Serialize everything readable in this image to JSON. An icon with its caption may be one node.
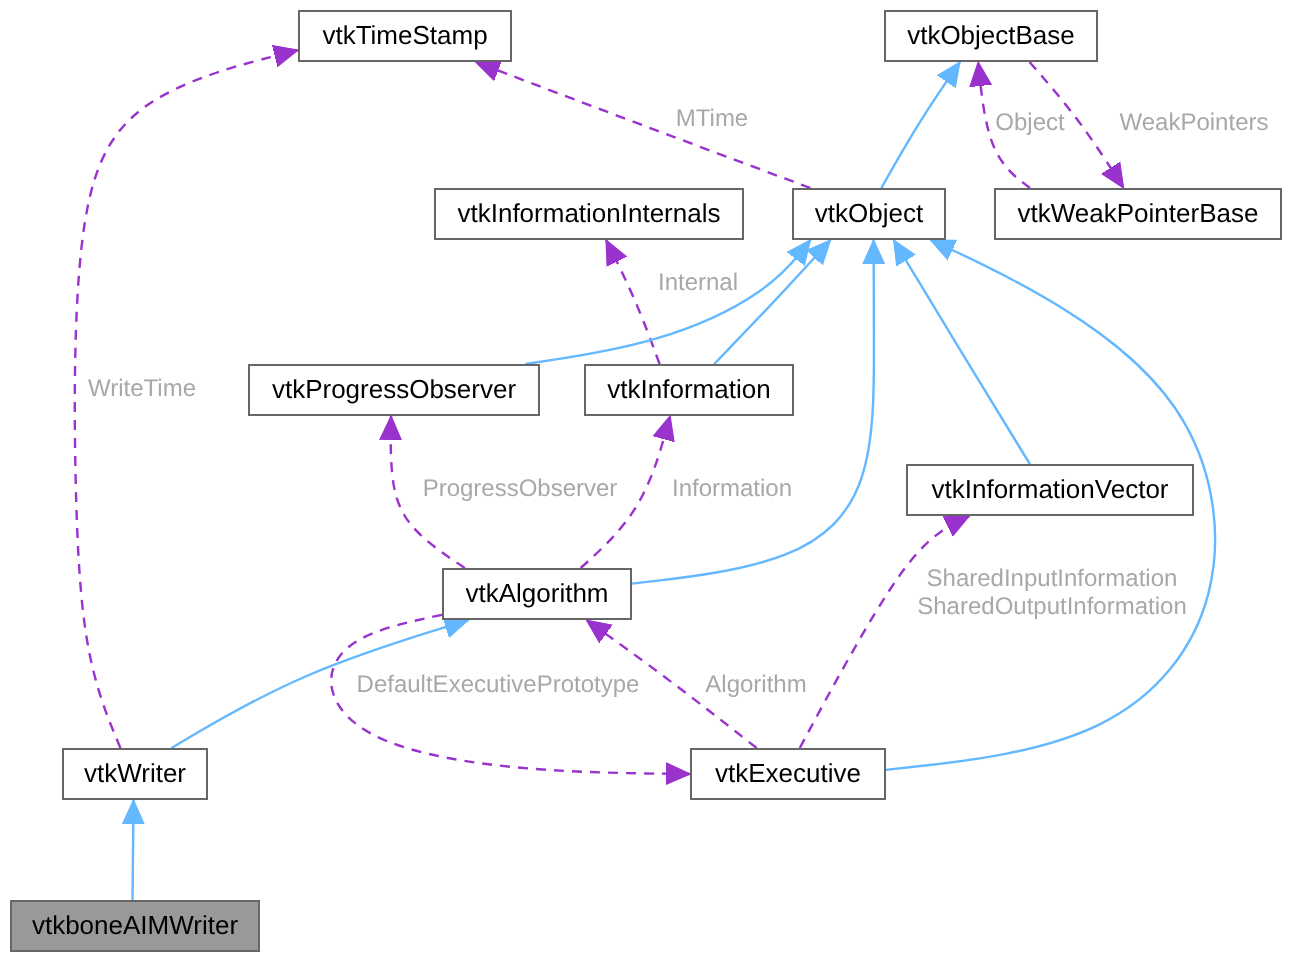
{
  "diagram": {
    "nodes": [
      {
        "text": [
          "vtkTimeStamp"
        ]
      },
      {
        "text": [
          "vtkObjectBase"
        ]
      },
      {
        "text": [
          "vtkInformationInternals"
        ]
      },
      {
        "text": [
          "vtkObject"
        ]
      },
      {
        "text": [
          "vtkWeakPointerBase"
        ]
      },
      {
        "text": [
          "vtkProgressObserver"
        ]
      },
      {
        "text": [
          "vtkInformation"
        ]
      },
      {
        "text": [
          "vtkInformationVector"
        ]
      },
      {
        "text": [
          "vtkAlgorithm"
        ]
      },
      {
        "text": [
          "vtkWriter"
        ]
      },
      {
        "text": [
          "vtkExecutive"
        ]
      },
      {
        "text": [
          "vtkboneAIMWriter"
        ]
      }
    ],
    "edges": [
      {
        "from": 3,
        "to": 1,
        "arrow": "to",
        "color": "#63b8ff"
      },
      {
        "from": 3,
        "to": 0,
        "arrow": "to",
        "label": "MTime",
        "style": "dashed"
      },
      {
        "from": 4,
        "to": 1,
        "arrow": "to",
        "label": "Object",
        "style": "dashed"
      },
      {
        "from": 1,
        "to": 4,
        "arrow": "to",
        "label": "WeakPointers",
        "style": "dashed"
      },
      {
        "from": 6,
        "to": 2,
        "arrow": "to",
        "label": "Internal",
        "style": "dashed"
      },
      {
        "from": 5,
        "to": 3,
        "arrow": "to",
        "color": "#63b8ff"
      },
      {
        "from": 6,
        "to": 3,
        "arrow": "to",
        "color": "#63b8ff"
      },
      {
        "from": 8,
        "to": 3,
        "arrow": "to",
        "color": "#63b8ff"
      },
      {
        "from": 7,
        "to": 3,
        "arrow": "to",
        "color": "#63b8ff"
      },
      {
        "from": 10,
        "to": 3,
        "arrow": "to",
        "color": "#63b8ff"
      },
      {
        "from": 9,
        "to": 8,
        "arrow": "to",
        "color": "#63b8ff"
      },
      {
        "from": 11,
        "to": 9,
        "arrow": "to",
        "color": "#63b8ff"
      },
      {
        "from": 8,
        "to": 5,
        "arrow": "to",
        "label": "ProgressObserver",
        "style": "dashed"
      },
      {
        "from": 8,
        "to": 6,
        "arrow": "to",
        "label": "Information",
        "style": "dashed"
      },
      {
        "from": 10,
        "to": 8,
        "arrow": "to",
        "label": "Algorithm",
        "style": "dashed"
      },
      {
        "from": 8,
        "to": 10,
        "arrow": "to",
        "label": "DefaultExecutivePrototype",
        "style": "dashed"
      },
      {
        "from": 10,
        "to": 7,
        "arrow": "to",
        "label": "SharedInputInformation SharedOutputInformation",
        "style": "dashed"
      },
      {
        "from": 9,
        "to": 0,
        "arrow": "to",
        "label": "WriteTime",
        "style": "dashed"
      }
    ]
  }
}
